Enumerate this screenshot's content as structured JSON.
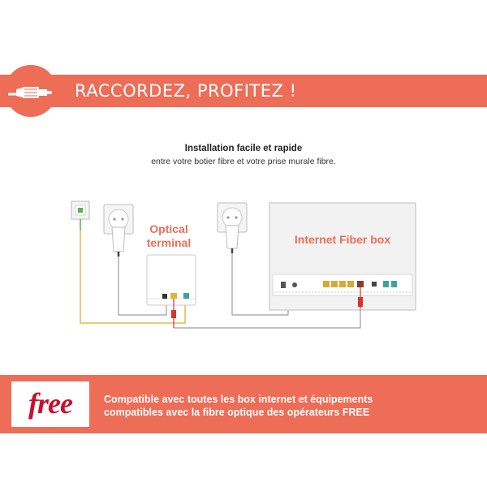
{
  "header": {
    "title": "RACCORDEZ, PROFITEZ !",
    "icon": "fiber-cable-icon"
  },
  "intro": {
    "heading": "Installation facile et rapide",
    "text": "entre votre botier fibre et votre prise murale fibre."
  },
  "diagram": {
    "optical_terminal_label_line1": "Optical",
    "optical_terminal_label_line2": "terminal",
    "fiber_box_label": "Internet Fiber box"
  },
  "footer": {
    "logo_text": "free",
    "line1": "Compatible avec toutes les box internet et équipements",
    "line2": "compatibles avec la fibre optique des opérateurs FREE"
  },
  "colors": {
    "accent": "#ee6d57",
    "logo_red": "#c8102e",
    "fiber_yellow": "#e8b84a",
    "ethernet_red": "#d9342b",
    "teal_port": "#3fa39a"
  }
}
